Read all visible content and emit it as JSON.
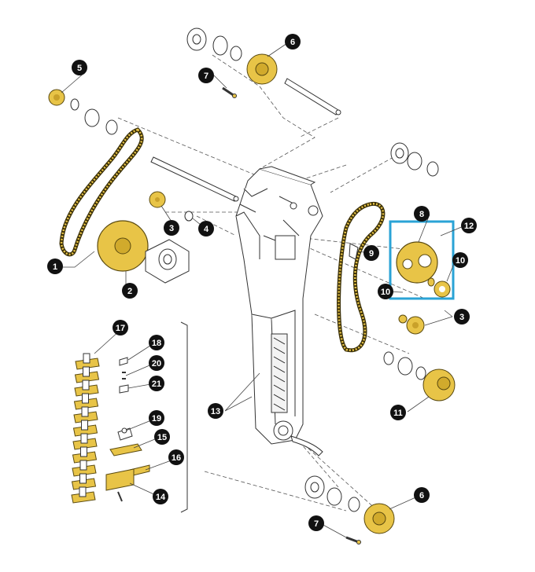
{
  "diagram": {
    "colors": {
      "highlight_box": "#2aa3d6",
      "gear_fill": "#e8c447",
      "gear_stroke": "#5a4a10",
      "part_stroke": "#333333",
      "callout_fill": "#111111",
      "callout_text": "#ffffff",
      "leader_line": "#444444"
    },
    "callouts": [
      {
        "id": "c5",
        "label": "5"
      },
      {
        "id": "c6-top",
        "label": "6"
      },
      {
        "id": "c7-top",
        "label": "7"
      },
      {
        "id": "c3-left",
        "label": "3"
      },
      {
        "id": "c4",
        "label": "4"
      },
      {
        "id": "c1",
        "label": "1"
      },
      {
        "id": "c2",
        "label": "2"
      },
      {
        "id": "c8",
        "label": "8"
      },
      {
        "id": "c12",
        "label": "12"
      },
      {
        "id": "c9",
        "label": "9"
      },
      {
        "id": "c10",
        "label": "10"
      },
      {
        "id": "c10b",
        "label": "10"
      },
      {
        "id": "c3-right",
        "label": "3"
      },
      {
        "id": "c11",
        "label": "11"
      },
      {
        "id": "c13",
        "label": "13"
      },
      {
        "id": "c17",
        "label": "17"
      },
      {
        "id": "c18",
        "label": "18"
      },
      {
        "id": "c20",
        "label": "20"
      },
      {
        "id": "c21",
        "label": "21"
      },
      {
        "id": "c19",
        "label": "19"
      },
      {
        "id": "c15",
        "label": "15"
      },
      {
        "id": "c16",
        "label": "16"
      },
      {
        "id": "c14",
        "label": "14"
      },
      {
        "id": "c6-bottom",
        "label": "6"
      },
      {
        "id": "c7-bottom",
        "label": "7"
      }
    ]
  }
}
